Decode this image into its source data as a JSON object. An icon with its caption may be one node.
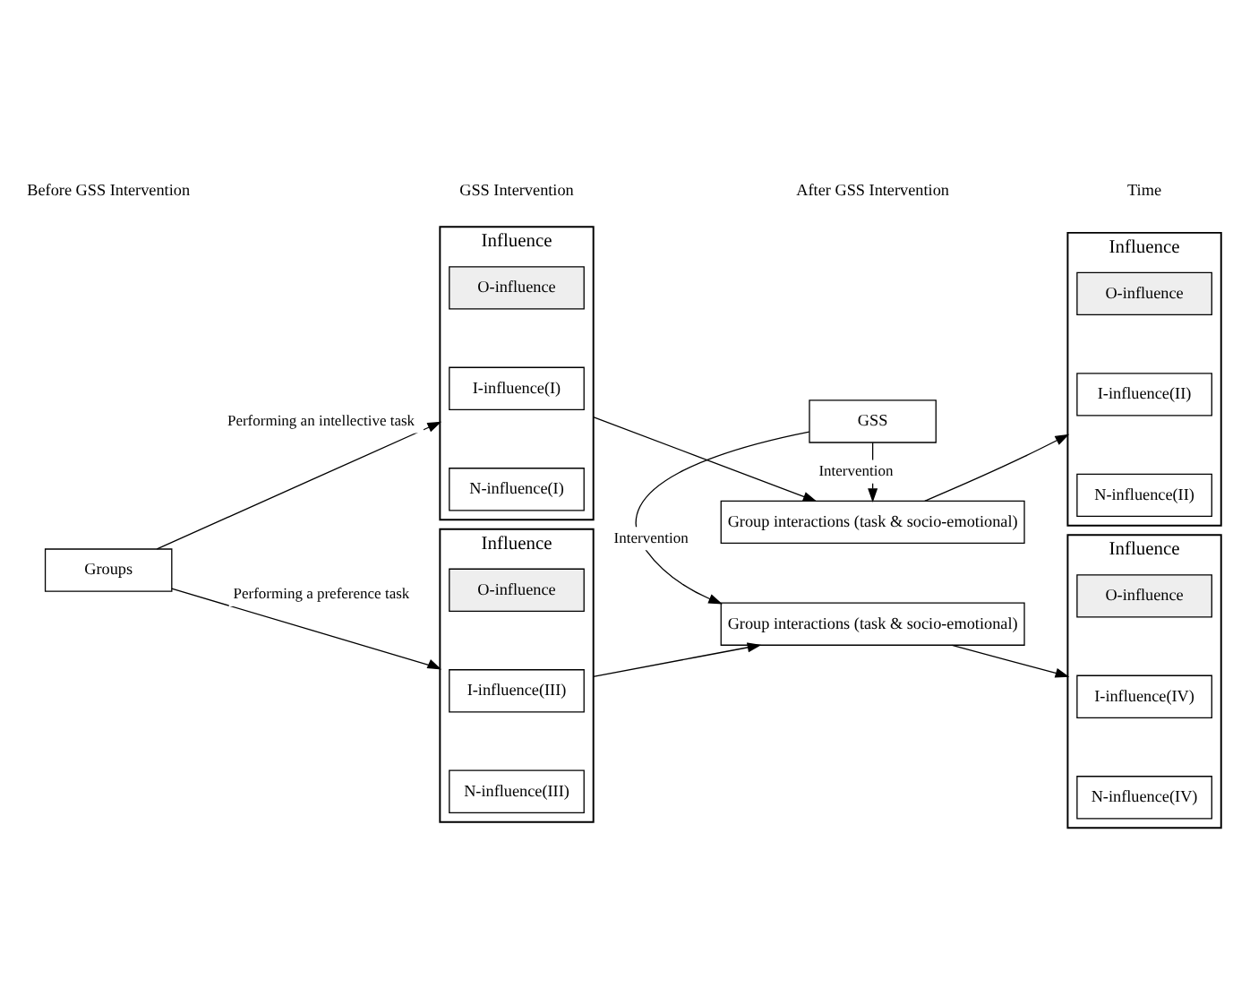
{
  "diagram": {
    "nodes": [
      {
        "text": [
          "Groups"
        ]
      },
      {
        "text": [
          "Influence"
        ]
      },
      {
        "text": [
          "O-influence"
        ],
        "in": 1
      },
      {
        "text": [
          "I-influence(I)"
        ],
        "in": 1
      },
      {
        "text": [
          "N-influence(I)"
        ],
        "in": 1
      },
      {
        "text": [
          "Influence"
        ]
      },
      {
        "text": [
          "O-influence"
        ],
        "in": 5
      },
      {
        "text": [
          "I-influence(III)"
        ],
        "in": 5
      },
      {
        "text": [
          "N-influence(III)"
        ],
        "in": 5
      },
      {
        "text": [
          "Group interactions (task & socio-emotional)"
        ]
      },
      {
        "text": [
          "GSS"
        ]
      },
      {
        "text": [
          "Group interactions (task & socio-emotional)"
        ]
      },
      {
        "text": [
          "Influence"
        ]
      },
      {
        "text": [
          "O-influence"
        ],
        "in": 12
      },
      {
        "text": [
          "I-influence(II)"
        ],
        "in": 12
      },
      {
        "text": [
          "N-influence(II)"
        ],
        "in": 12
      },
      {
        "text": [
          "Influence"
        ]
      },
      {
        "text": [
          "O-influence"
        ],
        "in": 16
      },
      {
        "text": [
          "I-influence(IV)"
        ],
        "in": 16
      },
      {
        "text": [
          "N-influence(IV)"
        ],
        "in": 16
      }
    ],
    "edges": [
      {
        "from": 0,
        "to": 1,
        "arrow": "to",
        "label": "Performing an intellective task"
      },
      {
        "from": 0,
        "to": 5,
        "arrow": "to",
        "label": "Performing a preference task"
      },
      {
        "from": 1,
        "to": 9,
        "arrow": "to"
      },
      {
        "from": 10,
        "to": 9,
        "arrow": "to",
        "label": "Intervention"
      },
      {
        "from": 10,
        "to": 11,
        "arrow": "to",
        "label": "Intervention"
      },
      {
        "from": 5,
        "to": 11,
        "arrow": "to"
      },
      {
        "from": 9,
        "to": 12,
        "arrow": "to"
      },
      {
        "from": 11,
        "to": 16,
        "arrow": "to"
      }
    ],
    "labels": [
      "Before GSS Intervention",
      "GSS Intervention",
      "After GSS Intervention",
      "Time"
    ]
  }
}
